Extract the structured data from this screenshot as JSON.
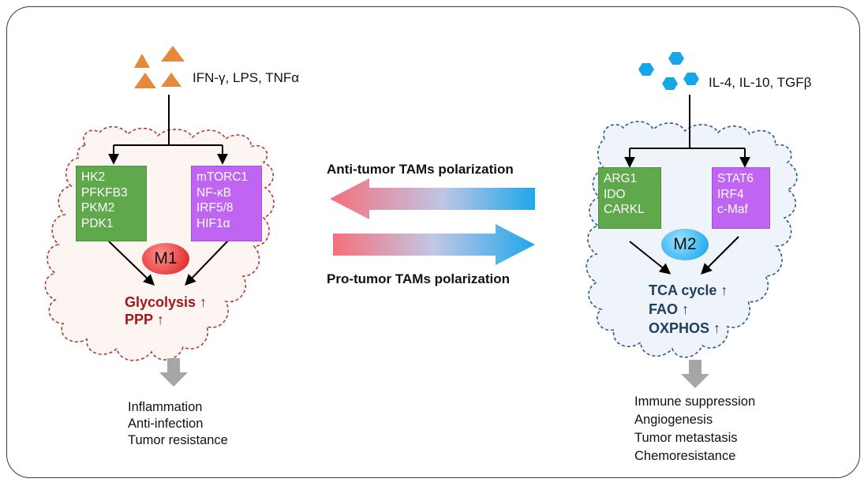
{
  "stimuli": {
    "m1": "IFN-γ, LPS, TNFα",
    "m2": "IL-4, IL-10, TGFβ"
  },
  "m1_cell": {
    "label": "M1",
    "green_box": [
      "HK2",
      "PFKFB3",
      "PKM2",
      "PDK1"
    ],
    "purple_box": [
      "mTORC1",
      "NF-κB",
      "IRF5/8",
      "HIF1α"
    ],
    "metabolism": [
      "Glycolysis ↑",
      "PPP ↑"
    ],
    "outcomes": [
      "Inflammation",
      "Anti-infection",
      "Tumor resistance"
    ]
  },
  "m2_cell": {
    "label": "M2",
    "green_box": [
      "ARG1",
      "IDO",
      "CARKL"
    ],
    "purple_box": [
      "STAT6",
      "IRF4",
      "c-Maf"
    ],
    "metabolism": [
      "TCA cycle ↑",
      "FAO ↑",
      "OXPHOS ↑"
    ],
    "outcomes": [
      "Immune suppression",
      "Angiogenesis",
      "Tumor metastasis",
      "Chemoresistance"
    ]
  },
  "polarization": {
    "anti_tumor": "Anti-tumor TAMs polarization",
    "pro_tumor": "Pro-tumor TAMs polarization"
  },
  "colors": {
    "m1_membrane": "#b33a3a",
    "m1_fill": "#fcf5f1",
    "m2_membrane": "#2c5a8a",
    "m2_fill": "#eef4fa",
    "triangle": "#e58a3a",
    "hexagon": "#17a7e6",
    "gene_box_green": "#5fa84b",
    "gene_box_purple": "#c065f2",
    "arrow_red": "#f5707a",
    "arrow_blue": "#1ea7ea",
    "down_arrow_gray": "#a6a6a6"
  }
}
